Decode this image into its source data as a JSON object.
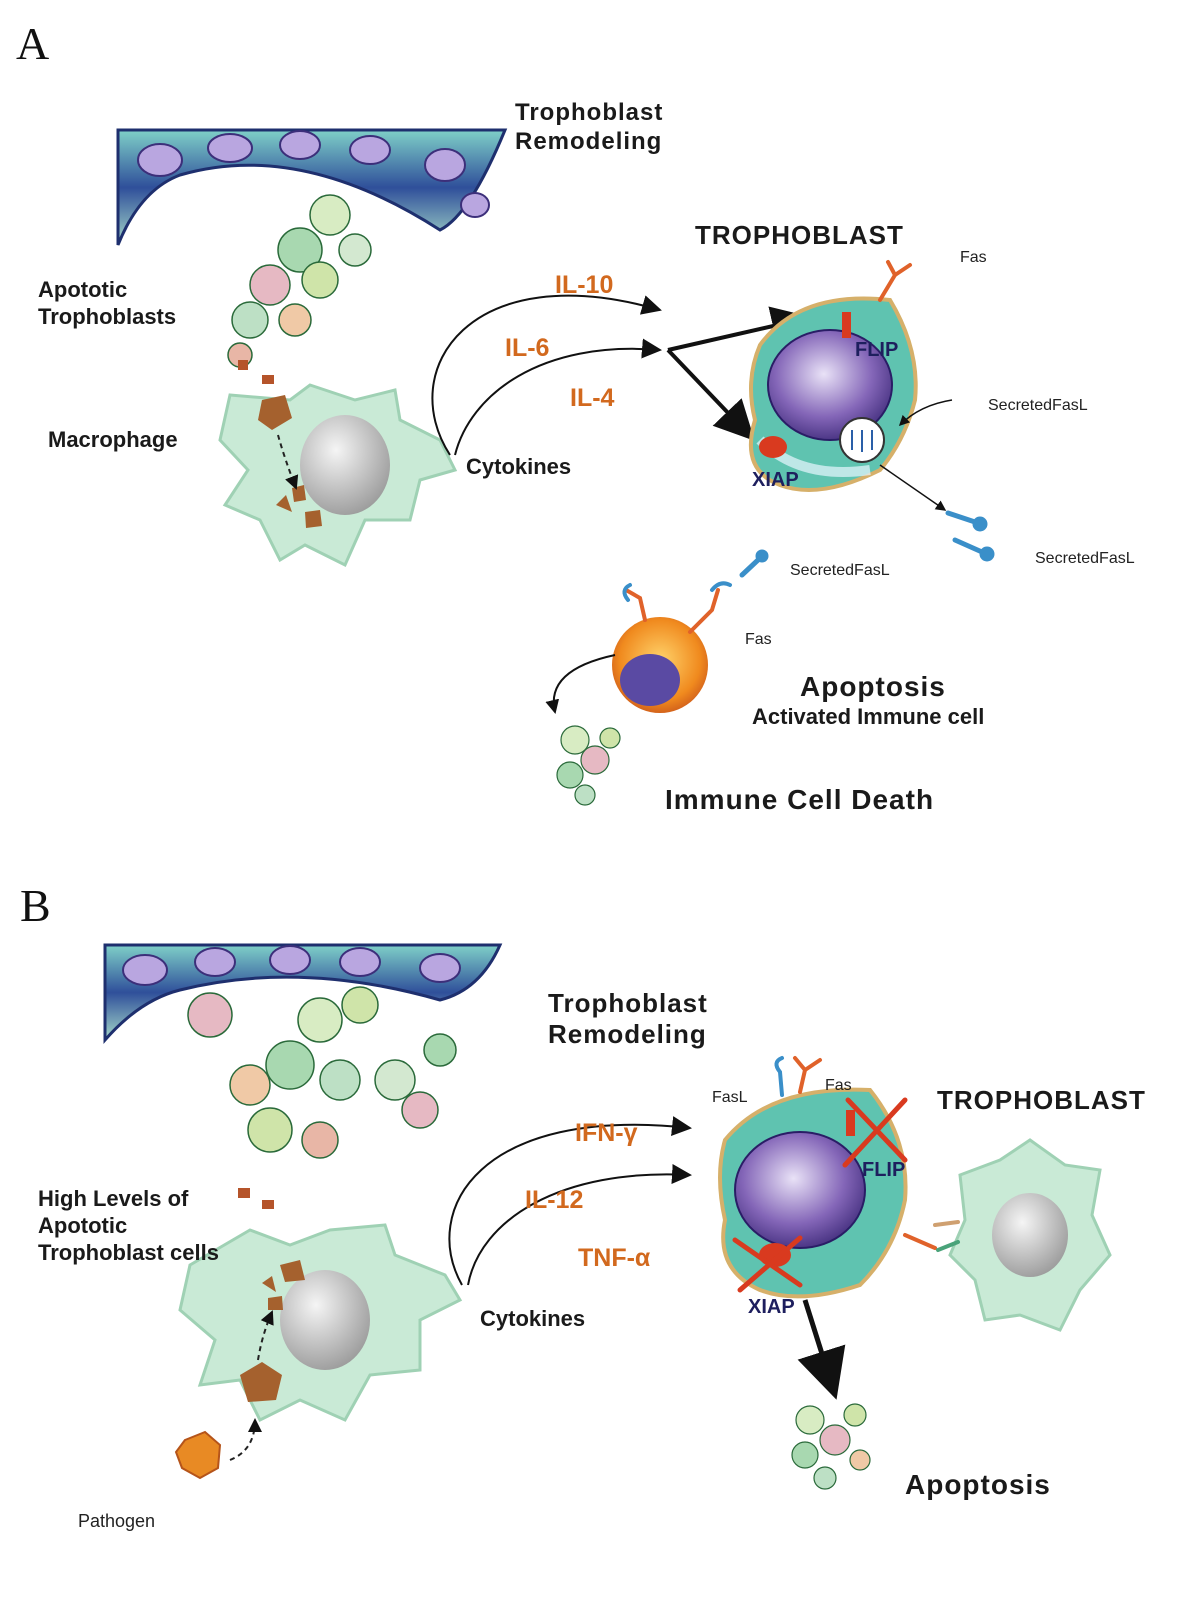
{
  "panel_a": {
    "panel_label": "A",
    "remodeling": [
      "Trophoblast",
      "Remodeling"
    ],
    "trophoblast_title": "TROPHOBLAST",
    "apoptotic": [
      "Apototic",
      "Trophoblasts"
    ],
    "macrophage": "Macrophage",
    "cytokines_label": "Cytokines",
    "cytokines": [
      "IL-10",
      "IL-6",
      "IL-4"
    ],
    "fas_top": "Fas",
    "flip": "FLIP",
    "xiap": "XIAP",
    "secreted_fasl_1": "SecretedFasL",
    "secreted_fasl_2": "SecretedFasL",
    "secreted_fasl_3": "SecretedFasL",
    "fas_immune": "Fas",
    "apoptosis": "Apoptosis",
    "activated_immune_cell": "Activated Immune cell",
    "immune_cell_death": "Immune Cell Death"
  },
  "panel_b": {
    "panel_label": "B",
    "remodeling": [
      "Trophoblast",
      "Remodeling"
    ],
    "trophoblast_title": "TROPHOBLAST",
    "high_levels": [
      "High Levels of",
      "Apototic",
      "Trophoblast cells"
    ],
    "cytokines_label": "Cytokines",
    "cytokines": [
      "IFN-γ",
      "IL-12",
      "TNF-α"
    ],
    "fasl": "FasL",
    "fas": "Fas",
    "flip": "FLIP",
    "xiap": "XIAP",
    "pathogen": "Pathogen",
    "apoptosis": "Apoptosis"
  },
  "colors": {
    "cytokine_text": "#d2691e",
    "macrophage_fill": "#bfe6cf",
    "trophoblast_fill": "#5fc3b0",
    "nucleus": "#6a4a9e",
    "fas_receptor": "#e0622a",
    "fasl_ligand": "#3a8fc9",
    "inhibitor_red": "#d93a1f"
  }
}
